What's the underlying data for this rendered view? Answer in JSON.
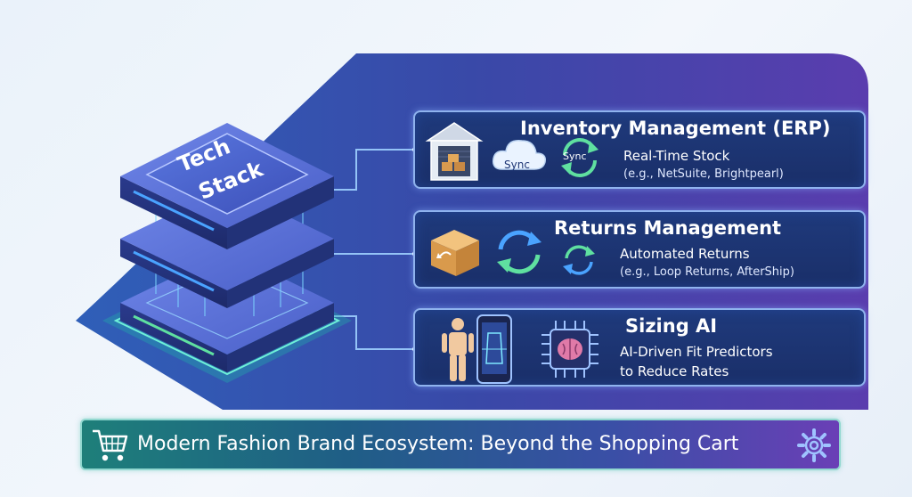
{
  "stack": {
    "label_line1": "Tech",
    "label_line2": "Stack"
  },
  "cards": [
    {
      "title": "Inventory Management (ERP)",
      "subtitle": "Real-Time Stock",
      "examples": "(e.g., NetSuite, Brightpearl)",
      "sync_cloud_label": "Sync",
      "sync_arrows_label": "Sync",
      "icons": [
        "warehouse-icon",
        "cloud-sync-icon",
        "sync-arrows-icon"
      ]
    },
    {
      "title": "Returns Management",
      "subtitle": "Automated Returns",
      "examples": "(e.g., Loop Returns, AfterShip)",
      "icons": [
        "return-box-icon",
        "refresh-large-icon",
        "refresh-small-icon"
      ]
    },
    {
      "title": "Sizing AI",
      "subtitle": "AI-Driven Fit Predictors",
      "subtitle2": "to Reduce Rates",
      "icons": [
        "body-scan-icon",
        "phone-scan-icon",
        "ai-chip-icon"
      ]
    }
  ],
  "banner": {
    "title": "Modern Fashion Brand Ecosystem: Beyond the Shopping Cart",
    "icons": [
      "shopping-cart-icon",
      "gear-icon"
    ]
  },
  "colors": {
    "panel": "#3b4fb0",
    "card": "#1d3574",
    "card_border": "#8fb3ee",
    "accent_green": "#5fe0a0",
    "accent_blue": "#4aa3ff"
  }
}
